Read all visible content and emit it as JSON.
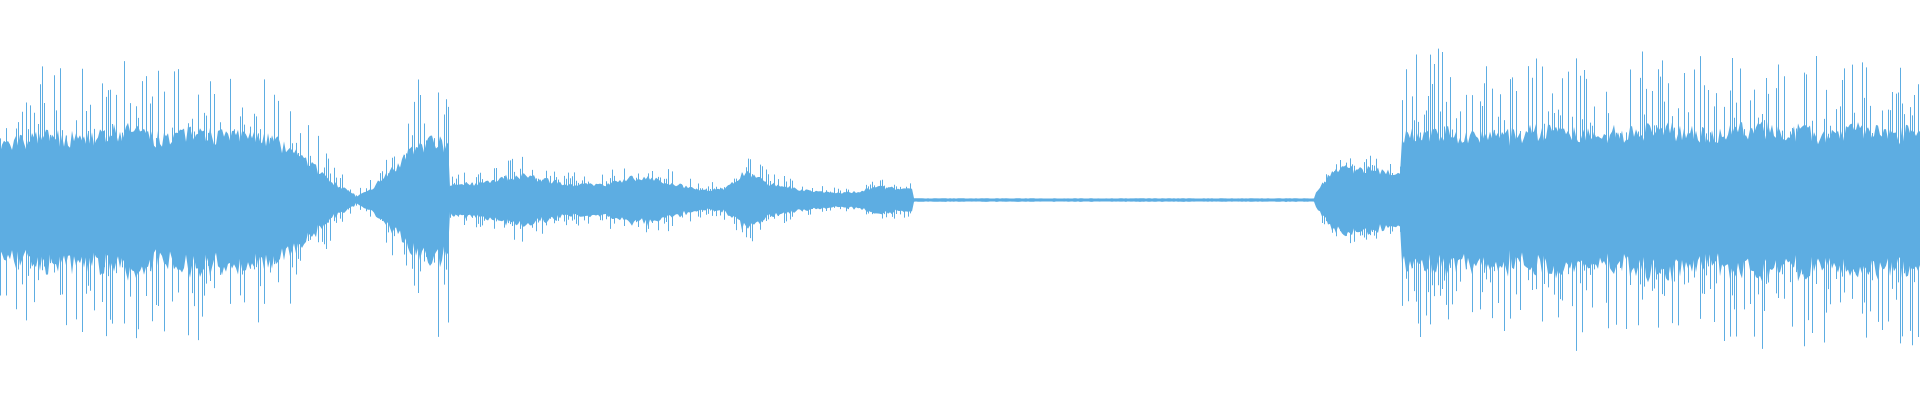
{
  "waveform": {
    "color": "#5dade2",
    "background": "#ffffff",
    "segments": [
      {
        "name": "burst-1",
        "start": 0.0,
        "end": 0.185,
        "body_amplitude": 0.34,
        "peak_amplitude": 0.74,
        "envelope": [
          0.8,
          0.86,
          0.93,
          0.88,
          0.95,
          1.0,
          0.9,
          0.94,
          0.98,
          0.92,
          0.96,
          0.82,
          0.62,
          0.28,
          0.08
        ]
      },
      {
        "name": "swell-2",
        "start": 0.185,
        "end": 0.234,
        "body_amplitude": 0.3,
        "peak_amplitude": 0.72,
        "envelope": [
          0.05,
          0.15,
          0.35,
          0.55,
          0.75,
          0.92,
          1.0,
          0.85
        ]
      },
      {
        "name": "quiet-section",
        "start": 0.234,
        "end": 0.475,
        "body_amplitude": 0.2,
        "peak_amplitude": 0.36,
        "envelope": [
          0.35,
          0.4,
          0.42,
          0.55,
          0.62,
          0.5,
          0.42,
          0.38,
          0.36,
          0.45,
          0.55,
          0.52,
          0.42,
          0.3,
          0.25,
          0.3,
          0.7,
          0.45,
          0.35,
          0.25,
          0.2,
          0.17,
          0.2,
          0.32,
          0.3,
          0.25
        ]
      },
      {
        "name": "silence",
        "start": 0.475,
        "end": 0.685,
        "body_amplitude": 0.008,
        "peak_amplitude": 0.008,
        "envelope": [
          1,
          1
        ]
      },
      {
        "name": "pre-roll",
        "start": 0.685,
        "end": 0.73,
        "body_amplitude": 0.17,
        "peak_amplitude": 0.25,
        "envelope": [
          0.2,
          0.75,
          0.92,
          0.85,
          0.9,
          0.8,
          0.7
        ]
      },
      {
        "name": "burst-3",
        "start": 0.73,
        "end": 1.0,
        "body_amplitude": 0.36,
        "peak_amplitude": 0.8,
        "envelope": [
          0.88,
          0.96,
          0.9,
          0.85,
          0.92,
          0.98,
          0.9,
          0.93,
          0.99,
          0.9,
          0.92,
          1.0,
          0.95,
          0.9,
          0.96,
          0.88,
          0.93
        ]
      }
    ]
  }
}
